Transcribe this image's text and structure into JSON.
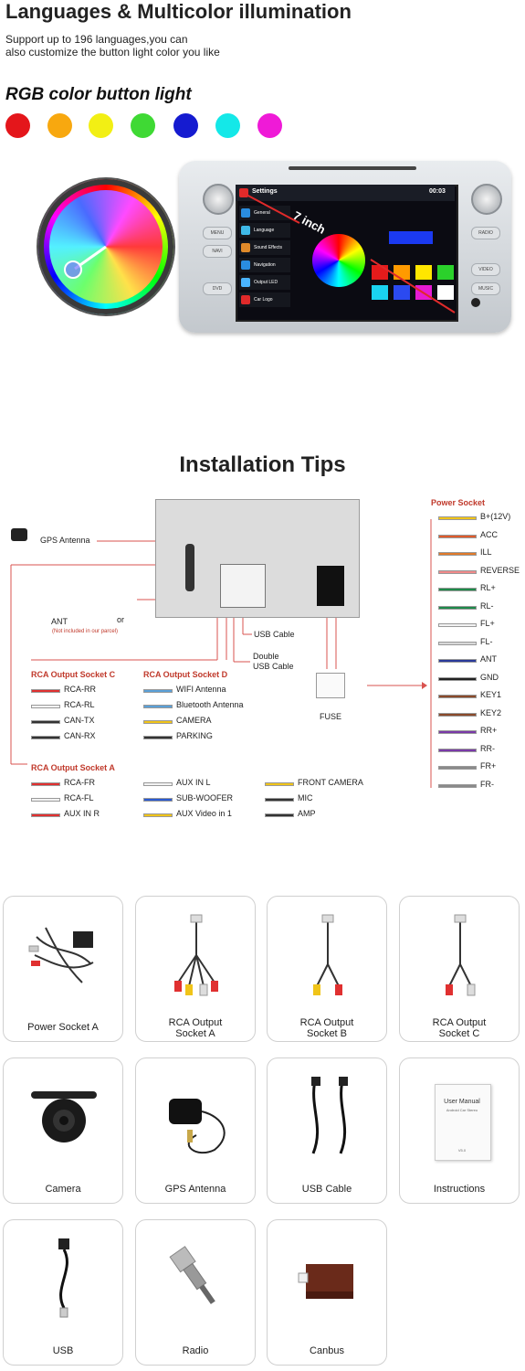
{
  "section1": {
    "title": "Languages & Multicolor illumination",
    "subtitle_line1": "Support up to 196 languages,you can",
    "subtitle_line2": "also customize the button light color you like",
    "rgb_title": "RGB color button light",
    "dot_colors": [
      "#e4161b",
      "#f8a80f",
      "#f2ef14",
      "#3fd934",
      "#151bd0",
      "#14e8e8",
      "#ef1ad7"
    ],
    "stereo": {
      "size_label": "7 inch",
      "status_title": "Settings",
      "time": "00:03",
      "left_buttons": [
        "MENU",
        "NAVI",
        "DVD"
      ],
      "right_buttons": [
        "RADIO",
        "VIDEO",
        "MUSIC"
      ],
      "menu_items": [
        "General",
        "Language",
        "Sound Effects",
        "Navigation",
        "Output LED",
        "Car Logo"
      ],
      "menu_icon_colors": [
        "#2a8de0",
        "#3fb9e8",
        "#e08a2a",
        "#2a8de0",
        "#4ab4ff",
        "#e02a2a"
      ],
      "palette": [
        "#e51b1b",
        "#ff9a00",
        "#ffe600",
        "#2bd12b",
        "#1ad3f0",
        "#2b4af0",
        "#e51bd3",
        "#ffffff"
      ],
      "blue_bar": "#1b3af0"
    }
  },
  "section2": {
    "title": "Installation Tips",
    "gps_label": "GPS Antenna",
    "ant_label": "ANT",
    "ant_or": "or",
    "ant_note": "(Not included in our parcel)",
    "usb_cable": "USB Cable",
    "double_usb_line1": "Double",
    "double_usb_line2": "USB Cable",
    "fuse": "FUSE",
    "power_socket": {
      "title": "Power Socket",
      "wires": [
        {
          "label": "B+(12V)",
          "color": "#f0c419"
        },
        {
          "label": "ACC",
          "color": "#e05a2a"
        },
        {
          "label": "ILL",
          "color": "#e07a2a"
        },
        {
          "label": "REVERSE",
          "color": "#f08a8a"
        },
        {
          "label": "RL+",
          "color": "#1e8a4a"
        },
        {
          "label": "RL-",
          "color": "#1e8a4a"
        },
        {
          "label": "FL+",
          "color": "#f2f2f2"
        },
        {
          "label": "FL-",
          "color": "#d8d8d8"
        },
        {
          "label": "ANT",
          "color": "#2a3a9a"
        },
        {
          "label": "GND",
          "color": "#222222"
        },
        {
          "label": "KEY1",
          "color": "#8a4a2a"
        },
        {
          "label": "KEY2",
          "color": "#8a4a2a"
        },
        {
          "label": "RR+",
          "color": "#7a3aa8"
        },
        {
          "label": "RR-",
          "color": "#7a3aa8"
        },
        {
          "label": "FR+",
          "color": "#8a8a8a"
        },
        {
          "label": "FR-",
          "color": "#8a8a8a"
        }
      ]
    },
    "rca_c": {
      "title": "RCA Output Socket C",
      "items": [
        {
          "label": "RCA-RR",
          "color": "#e03030"
        },
        {
          "label": "RCA-RL",
          "color": "#f2f2f2"
        },
        {
          "label": "CAN-TX",
          "color": "#333333"
        },
        {
          "label": "CAN-RX",
          "color": "#333333"
        }
      ]
    },
    "rca_d": {
      "title": "RCA Output Socket D",
      "items": [
        {
          "label": "WIFI Antenna",
          "color": "#5aa0d8"
        },
        {
          "label": "Bluetooth Antenna",
          "color": "#5aa0d8"
        },
        {
          "label": "CAMERA",
          "color": "#f0c419"
        },
        {
          "label": "PARKING",
          "color": "#333333"
        }
      ]
    },
    "rca_a": {
      "title": "RCA Output Socket A",
      "col1": [
        {
          "label": "RCA-FR",
          "color": "#e03030"
        },
        {
          "label": "RCA-FL",
          "color": "#f2f2f2"
        },
        {
          "label": "AUX IN R",
          "color": "#e03030"
        }
      ],
      "col2": [
        {
          "label": "AUX IN L",
          "color": "#f2f2f2"
        },
        {
          "label": "SUB-WOOFER",
          "color": "#2a5ad0"
        },
        {
          "label": "AUX Video in 1",
          "color": "#f0c419"
        }
      ],
      "col3": [
        {
          "label": "FRONT CAMERA",
          "color": "#f0c419"
        },
        {
          "label": "MIC",
          "color": "#333333"
        },
        {
          "label": "AMP",
          "color": "#333333"
        }
      ]
    }
  },
  "section3": {
    "cards": [
      {
        "label_line1": "Power Socket A",
        "label_line2": "",
        "icon": "harness"
      },
      {
        "label_line1": "RCA Output",
        "label_line2": "Socket A",
        "icon": "rca-bundle"
      },
      {
        "label_line1": "RCA Output",
        "label_line2": "Socket B",
        "icon": "rca-thin"
      },
      {
        "label_line1": "RCA Output",
        "label_line2": "Socket C",
        "icon": "rca-c"
      },
      {
        "label_line1": "Camera",
        "label_line2": "",
        "icon": "camera"
      },
      {
        "label_line1": "GPS Antenna",
        "label_line2": "",
        "icon": "gps"
      },
      {
        "label_line1": "USB Cable",
        "label_line2": "",
        "icon": "usb-cables"
      },
      {
        "label_line1": "Instructions",
        "label_line2": "",
        "icon": "manual"
      },
      {
        "label_line1": "USB",
        "label_line2": "",
        "icon": "usb"
      },
      {
        "label_line1": "Radio",
        "label_line2": "",
        "icon": "radio-adapter"
      },
      {
        "label_line1": "Canbus",
        "label_line2": "",
        "icon": "canbus-box"
      }
    ],
    "manual_title": "User Manual",
    "manual_sub": "Android Car Stereo",
    "manual_ver": "V5.0"
  }
}
